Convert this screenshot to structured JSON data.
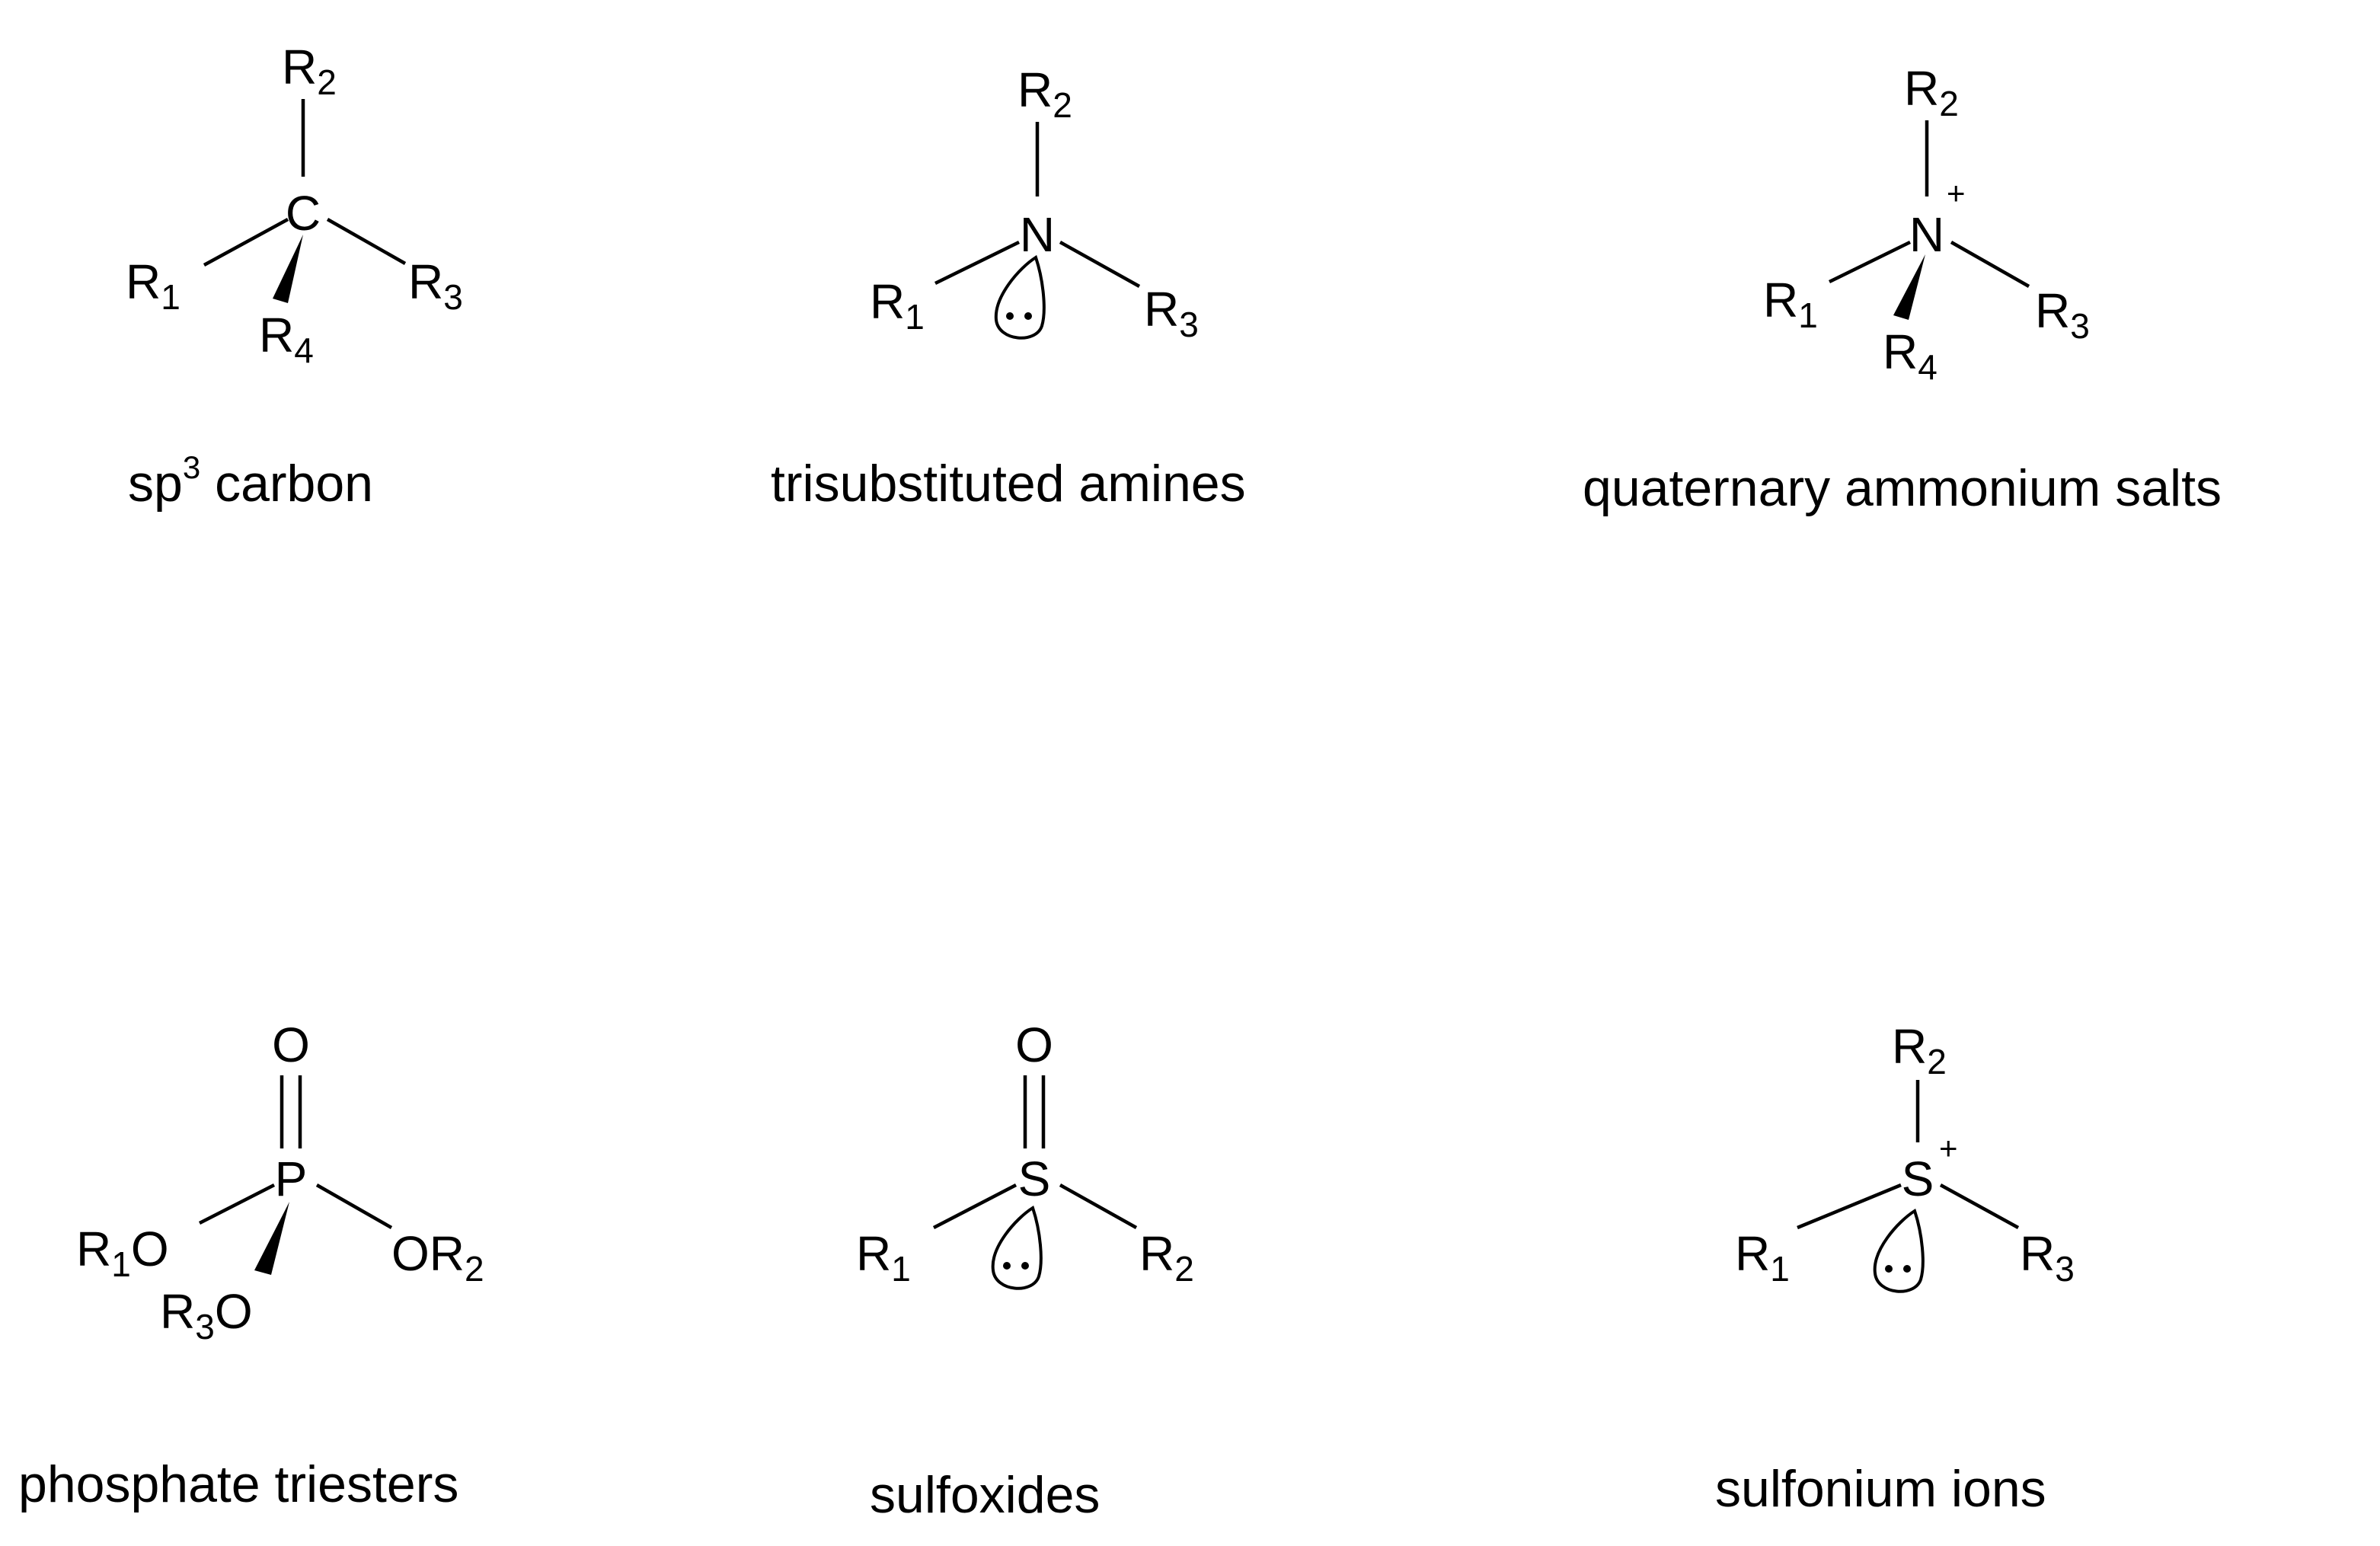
{
  "molecules": [
    {
      "caption": "sp3 carbon",
      "caption_base": "sp",
      "caption_sup": "3",
      "caption_rest": " carbon",
      "center": "C",
      "labels": {
        "r1": "R",
        "r1_sub": "1",
        "r2": "R",
        "r2_sub": "2",
        "r3": "R",
        "r3_sub": "3",
        "r4": "R",
        "r4_sub": "4"
      }
    },
    {
      "caption": "trisubstituted amines",
      "center": "N",
      "lone_pair": true,
      "labels": {
        "r1": "R",
        "r1_sub": "1",
        "r2": "R",
        "r2_sub": "2",
        "r3": "R",
        "r3_sub": "3"
      }
    },
    {
      "caption": "quaternary ammonium salts",
      "center": "N",
      "charge": "+",
      "labels": {
        "r1": "R",
        "r1_sub": "1",
        "r2": "R",
        "r2_sub": "2",
        "r3": "R",
        "r3_sub": "3",
        "r4": "R",
        "r4_sub": "4"
      }
    },
    {
      "caption": "phosphate triesters",
      "center": "P",
      "top": "O",
      "labels": {
        "left_r": "R",
        "left_sub": "1",
        "left_o": "O",
        "right_o": "O",
        "right_r": "R",
        "right_sub": "2",
        "bottom_r": "R",
        "bottom_sub": "3",
        "bottom_o": "O"
      }
    },
    {
      "caption": "sulfoxides",
      "center": "S",
      "top": "O",
      "lone_pair": true,
      "labels": {
        "r1": "R",
        "r1_sub": "1",
        "r2": "R",
        "r2_sub": "2"
      }
    },
    {
      "caption": "sulfonium ions",
      "center": "S",
      "charge": "+",
      "lone_pair": true,
      "labels": {
        "r1": "R",
        "r1_sub": "1",
        "r2": "R",
        "r2_sub": "2",
        "r3": "R",
        "r3_sub": "3"
      }
    }
  ]
}
